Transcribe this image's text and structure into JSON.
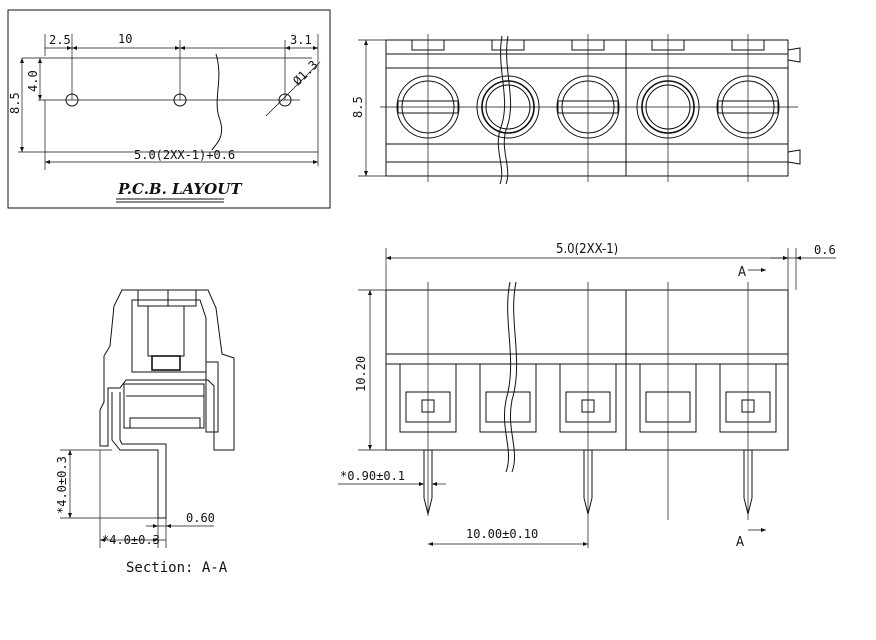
{
  "pcb_layout": {
    "title": "P.C.B. LAYOUT",
    "dim_edge": "2.5",
    "dim_pitch": "10",
    "dim_right": "3.1",
    "dim_hole_offset": "4.0",
    "dim_height": "8.5",
    "dim_hole_dia": "Ø1.3",
    "dim_total": "5.0(2XX-1)+0.6"
  },
  "top_view": {
    "dim_height": "8.5"
  },
  "front_view": {
    "dim_length": "5.0(2XX-1)",
    "dim_overhang": "0.6",
    "dim_height": "10.20",
    "dim_pin_dia": "*0.90±0.1",
    "dim_pin_pitch": "10.00±0.10",
    "section_mark_top": "A",
    "section_mark_bottom": "A"
  },
  "section_view": {
    "dim_pin_len": "*4.0±0.3",
    "dim_pin_offset": "*4.0±0.3",
    "dim_thickness": "0.60",
    "caption": "Section: A-A"
  }
}
